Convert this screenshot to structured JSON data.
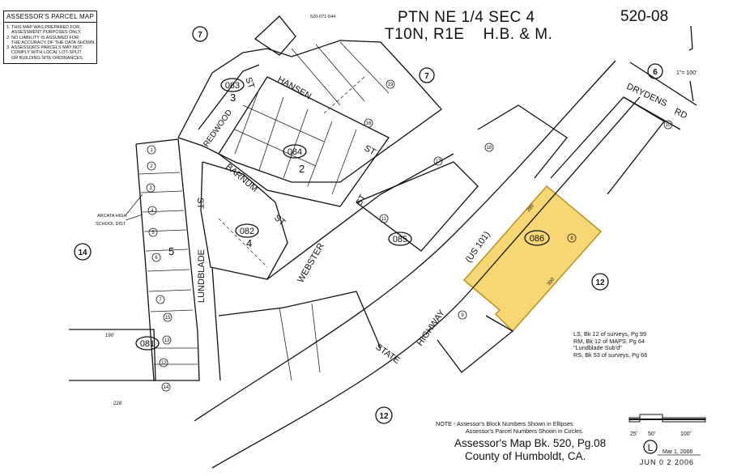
{
  "legend": {
    "title": "ASSESSOR'S PARCEL MAP",
    "notes": [
      "1. THIS MAP WAS PREPARED FOR",
      "   ASSESSMENT PURPOSES ONLY.",
      "2. NO LIABILITY IS ASSUMED FOR",
      "   THE ACCURACY OF THE DATA SHOWN.",
      "3. ASSESSOR'S PARCELS MAY NOT",
      "   COMPLY WITH LOCAL LOT-SPLIT",
      "   OR BUILDING SITE ORDINANCES."
    ]
  },
  "header": {
    "line1": "PTN NE 1/4 SEC 4",
    "line2": "T10N, R1E    H.B. & M.",
    "sheet": "520-08",
    "scale": "1\"= 100'",
    "parcel_ref": "520-071-044"
  },
  "streets": {
    "hansen": "HANSEN",
    "hansen_st": "ST",
    "redwood": "REDWOOD",
    "redwood_st": "ST",
    "barnum": "BARNUM",
    "barnum_st": "ST",
    "webster": "WEBSTER",
    "webster_st": "ST",
    "lundblade": "LUNDBLADE",
    "lundblade_st": "ST",
    "highway": "HIGHWAY",
    "state": "STATE",
    "us101": "(US 101)",
    "drydens": "DRYDENS",
    "drydens_rd": "RD",
    "st_left": "ST",
    "st_mid": "ST"
  },
  "blocks": [
    "083",
    "084",
    "082",
    "085",
    "086",
    "081"
  ],
  "block_sub": [
    "3",
    "2",
    "4",
    "5"
  ],
  "big_parcels": [
    "7",
    "7",
    "6",
    "14",
    "12",
    "12"
  ],
  "parcels": [
    "1",
    "2",
    "3",
    "4",
    "5",
    "6",
    "7",
    "8",
    "9",
    "10",
    "11",
    "12",
    "13",
    "14",
    "15",
    "16",
    "17",
    "18",
    "19"
  ],
  "district_label": [
    "ARCATA HIGH",
    "SCHOOL DIST"
  ],
  "highlight": {
    "block": "086",
    "parcel": "8",
    "color": "#f7d774"
  },
  "references": [
    "LS, Bk 12 of surveys, Pg 99",
    "RM, Bk 12 of MAPS, Pg 64",
    "\"Lundblade Sub'd\"",
    "RS, Bk 53 of surveys, Pg 66"
  ],
  "note": {
    "line1": "NOTE - Assessor's Block Numbers Shown in Ellipses",
    "line2": "Assessor's Parcel Numbers Shown in Circles."
  },
  "title": {
    "line1": "Assessor's Map Bk. 520, Pg.08",
    "line2": "County of Humboldt, CA."
  },
  "scale_bar": [
    "25'",
    "50'",
    "100'"
  ],
  "stamp": {
    "initial": "L",
    "date": "Mar 1, 2006",
    "received": "JUN 0 2 2006"
  },
  "dims": {
    "d190": "190'",
    "d228": "228'",
    "d100": "100'",
    "d285": "285'",
    "d300": "300'"
  }
}
